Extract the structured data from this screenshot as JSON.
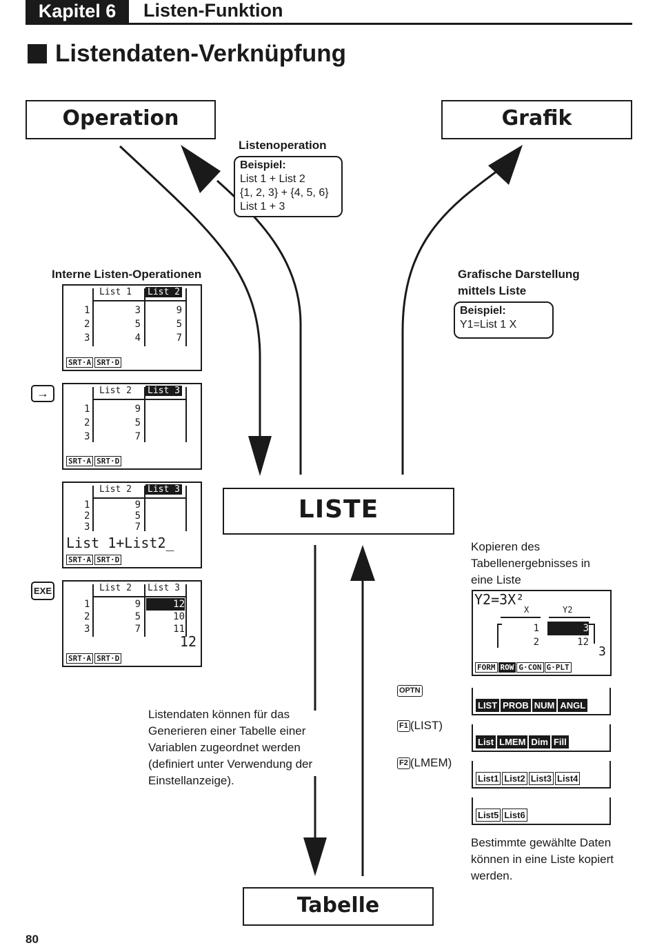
{
  "header": {
    "chapter": "Kapitel 6",
    "chapter_title": "Listen-Funktion",
    "section_title": "Listendaten-Verknüpfung"
  },
  "boxes": {
    "operation": "Operation",
    "grafik": "Grafik",
    "liste": "LISTE",
    "tabelle": "Tabelle"
  },
  "list_operation": {
    "title": "Listenoperation",
    "example_label": "Beispiel:",
    "lines": [
      "List 1 + List 2",
      "{1, 2, 3} + {4, 5, 6}",
      "List 1 + 3"
    ]
  },
  "graph_section": {
    "title_line1": "Grafische Darstellung",
    "title_line2": "mittels Liste",
    "example_label": "Beispiel:",
    "example": "Y1=List 1 X"
  },
  "internal_ops_title": "Interne Listen-Operationen",
  "keys": {
    "arrow": "→",
    "exe": "EXE",
    "optn": "OPTN",
    "f1": "F1",
    "f1_label": "(LIST)",
    "f2": "F2",
    "f2_label": "(LMEM)"
  },
  "screens": {
    "s1": {
      "h1": "List 1",
      "h2": "List 2",
      "rows": [
        [
          "1",
          "3",
          "9"
        ],
        [
          "2",
          "5",
          "5"
        ],
        [
          "3",
          "4",
          "7"
        ]
      ]
    },
    "s2": {
      "h1": "List 2",
      "h2": "List 3",
      "rows": [
        [
          "1",
          "9",
          ""
        ],
        [
          "2",
          "5",
          ""
        ],
        [
          "3",
          "7",
          ""
        ]
      ]
    },
    "s3": {
      "h1": "List 2",
      "h2": "List 3",
      "rows": [
        [
          "1",
          "9",
          ""
        ],
        [
          "2",
          "5",
          ""
        ],
        [
          "3",
          "7",
          ""
        ]
      ],
      "input": "List 1+List2_"
    },
    "s4": {
      "h1": "List 2",
      "h2": "List 3",
      "rows": [
        [
          "1",
          "9",
          "12"
        ],
        [
          "2",
          "5",
          "10"
        ],
        [
          "3",
          "7",
          "11"
        ]
      ],
      "result": "12"
    },
    "fkeys": [
      "SRT·A",
      "SRT·D"
    ]
  },
  "table_screen": {
    "func": "Y2=3X²",
    "hx": "X",
    "hy": "Y2",
    "rows": [
      [
        "1",
        "3"
      ],
      [
        "2",
        "12"
      ]
    ],
    "result": "3",
    "fkeys": [
      "FORM",
      "ROW",
      "G·CON",
      "G·PLT"
    ]
  },
  "menus": {
    "m1": [
      "LIST",
      "PROB",
      "NUM",
      "ANGL"
    ],
    "m2": [
      "List",
      "LMEM",
      "Dim",
      "Fill"
    ],
    "m3": [
      "List1",
      "List2",
      "List3",
      "List4"
    ],
    "m4": [
      "List5",
      "List6"
    ]
  },
  "copy_text": {
    "l1": "Kopieren des",
    "l2": "Tabellenergebnisses in",
    "l3": "eine Liste"
  },
  "table_text": {
    "l1": "Listendaten können für das",
    "l2": "Generieren einer Tabelle einer",
    "l3": "Variablen zugeordnet werden",
    "l4": "(definiert unter Verwendung der",
    "l5": "Einstellanzeige)."
  },
  "selected_text": {
    "l1": "Bestimmte gewählte Daten",
    "l2": "können in eine Liste kopiert",
    "l3": "werden."
  },
  "page_number": "80"
}
